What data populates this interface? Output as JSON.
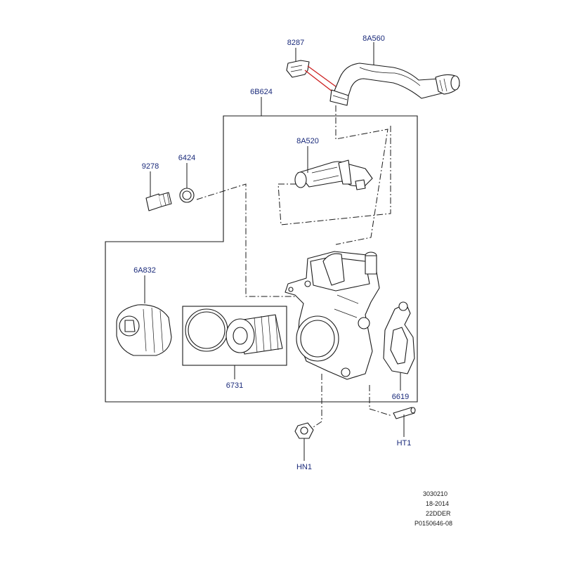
{
  "callouts": {
    "c8287": "8287",
    "c8A560": "8A560",
    "c6B624": "6B624",
    "c8A520": "8A520",
    "c9278": "9278",
    "c6424": "6424",
    "c6A832": "6A832",
    "c6731": "6731",
    "c6619": "6619",
    "cHN1": "HN1",
    "cHT1": "HT1"
  },
  "stamp": {
    "line1": "3030210",
    "line2": "18-2014",
    "line3": "22DDER",
    "line4": "P0150646-08"
  },
  "colors": {
    "label": "#1a2a7a",
    "ink": "#1a1a1a",
    "highlight": "#cc1f1f"
  }
}
